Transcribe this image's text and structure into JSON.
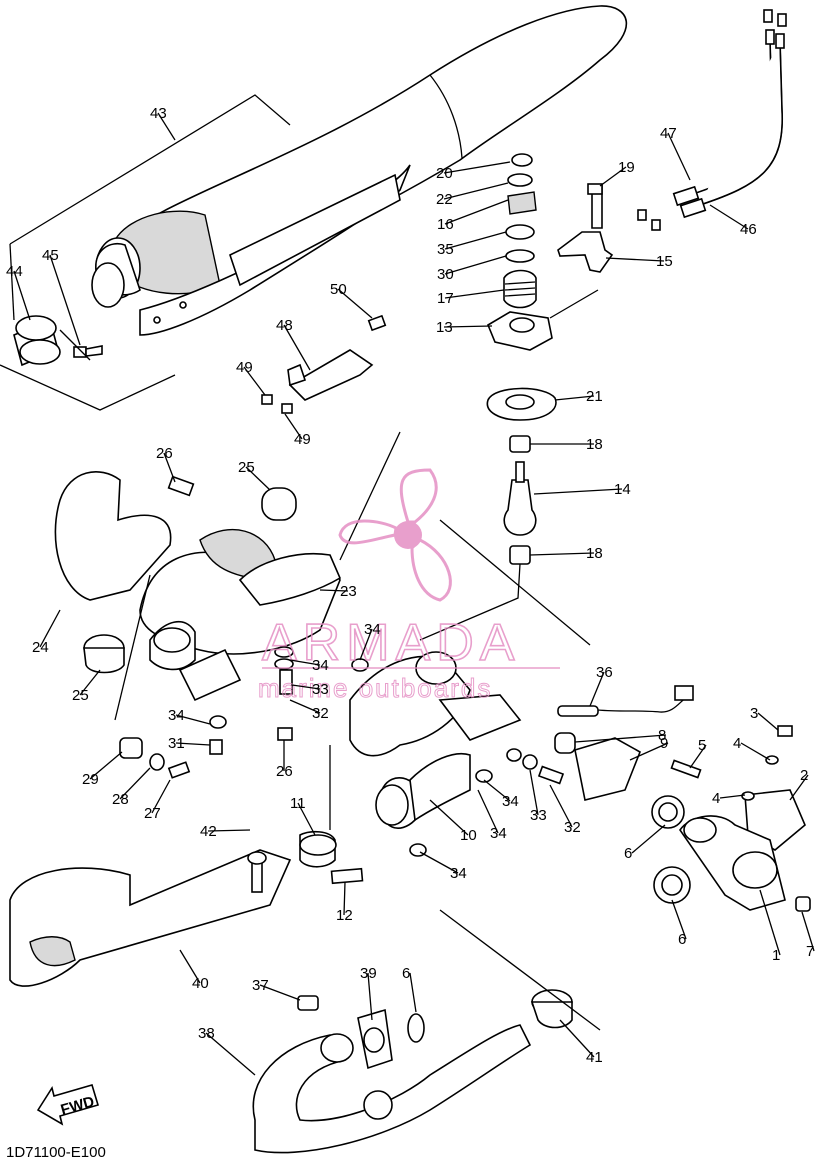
{
  "diagram": {
    "code": "1D71100-E100",
    "fwd_label": "FWD",
    "parts": [
      {
        "id": "p1",
        "n": "1"
      },
      {
        "id": "p2",
        "n": "2"
      },
      {
        "id": "p3",
        "n": "3"
      },
      {
        "id": "p4a",
        "n": "4"
      },
      {
        "id": "p4b",
        "n": "4"
      },
      {
        "id": "p5",
        "n": "5"
      },
      {
        "id": "p6a",
        "n": "6"
      },
      {
        "id": "p6b",
        "n": "6"
      },
      {
        "id": "p6c",
        "n": "6"
      },
      {
        "id": "p7",
        "n": "7"
      },
      {
        "id": "p8",
        "n": "8"
      },
      {
        "id": "p9",
        "n": "9"
      },
      {
        "id": "p10",
        "n": "10"
      },
      {
        "id": "p11",
        "n": "11"
      },
      {
        "id": "p12",
        "n": "12"
      },
      {
        "id": "p13",
        "n": "13"
      },
      {
        "id": "p14",
        "n": "14"
      },
      {
        "id": "p15",
        "n": "15"
      },
      {
        "id": "p16",
        "n": "16"
      },
      {
        "id": "p17",
        "n": "17"
      },
      {
        "id": "p18a",
        "n": "18"
      },
      {
        "id": "p18b",
        "n": "18"
      },
      {
        "id": "p19",
        "n": "19"
      },
      {
        "id": "p20",
        "n": "20"
      },
      {
        "id": "p21",
        "n": "21"
      },
      {
        "id": "p22",
        "n": "22"
      },
      {
        "id": "p23",
        "n": "23"
      },
      {
        "id": "p24",
        "n": "24"
      },
      {
        "id": "p25a",
        "n": "25"
      },
      {
        "id": "p25b",
        "n": "25"
      },
      {
        "id": "p26a",
        "n": "26"
      },
      {
        "id": "p26b",
        "n": "26"
      },
      {
        "id": "p27",
        "n": "27"
      },
      {
        "id": "p28",
        "n": "28"
      },
      {
        "id": "p29",
        "n": "29"
      },
      {
        "id": "p30",
        "n": "30"
      },
      {
        "id": "p31",
        "n": "31"
      },
      {
        "id": "p32a",
        "n": "32"
      },
      {
        "id": "p32b",
        "n": "32"
      },
      {
        "id": "p33a",
        "n": "33"
      },
      {
        "id": "p33b",
        "n": "33"
      },
      {
        "id": "p34a",
        "n": "34"
      },
      {
        "id": "p34b",
        "n": "34"
      },
      {
        "id": "p34c",
        "n": "34"
      },
      {
        "id": "p34d",
        "n": "34"
      },
      {
        "id": "p34e",
        "n": "34"
      },
      {
        "id": "p34f",
        "n": "34"
      },
      {
        "id": "p35",
        "n": "35"
      },
      {
        "id": "p36",
        "n": "36"
      },
      {
        "id": "p37",
        "n": "37"
      },
      {
        "id": "p38",
        "n": "38"
      },
      {
        "id": "p39",
        "n": "39"
      },
      {
        "id": "p40",
        "n": "40"
      },
      {
        "id": "p41",
        "n": "41"
      },
      {
        "id": "p42",
        "n": "42"
      },
      {
        "id": "p43",
        "n": "43"
      },
      {
        "id": "p44",
        "n": "44"
      },
      {
        "id": "p45",
        "n": "45"
      },
      {
        "id": "p46",
        "n": "46"
      },
      {
        "id": "p47",
        "n": "47"
      },
      {
        "id": "p48",
        "n": "48"
      },
      {
        "id": "p49a",
        "n": "49"
      },
      {
        "id": "p49b",
        "n": "49"
      },
      {
        "id": "p50",
        "n": "50"
      }
    ]
  },
  "watermark": {
    "brand": "ARMADA",
    "tagline": "marine outboards",
    "color": "#e48fc4"
  }
}
